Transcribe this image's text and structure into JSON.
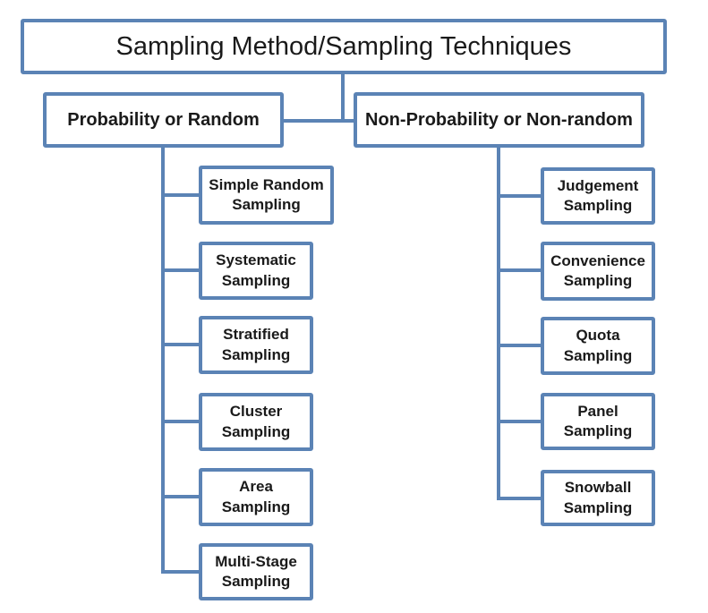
{
  "diagram": {
    "title": "Sampling Method/Sampling Techniques",
    "branches": [
      {
        "label": "Probability or Random",
        "children": [
          {
            "line1": "Simple Random",
            "line2": "Sampling"
          },
          {
            "line1": "Systematic",
            "line2": "Sampling"
          },
          {
            "line1": "Stratified",
            "line2": "Sampling"
          },
          {
            "line1": "Cluster",
            "line2": "Sampling"
          },
          {
            "line1": "Area",
            "line2": "Sampling"
          },
          {
            "line1": "Multi-Stage",
            "line2": "Sampling"
          }
        ]
      },
      {
        "label": "Non-Probability or Non-random",
        "children": [
          {
            "line1": "Judgement",
            "line2": "Sampling"
          },
          {
            "line1": "Convenience",
            "line2": "Sampling"
          },
          {
            "line1": "Quota",
            "line2": "Sampling"
          },
          {
            "line1": "Panel",
            "line2": "Sampling"
          },
          {
            "line1": "Snowball",
            "line2": "Sampling"
          }
        ]
      }
    ],
    "colors": {
      "line": "#5b83b5",
      "text": "#1a1a1a",
      "background": "#ffffff"
    }
  }
}
